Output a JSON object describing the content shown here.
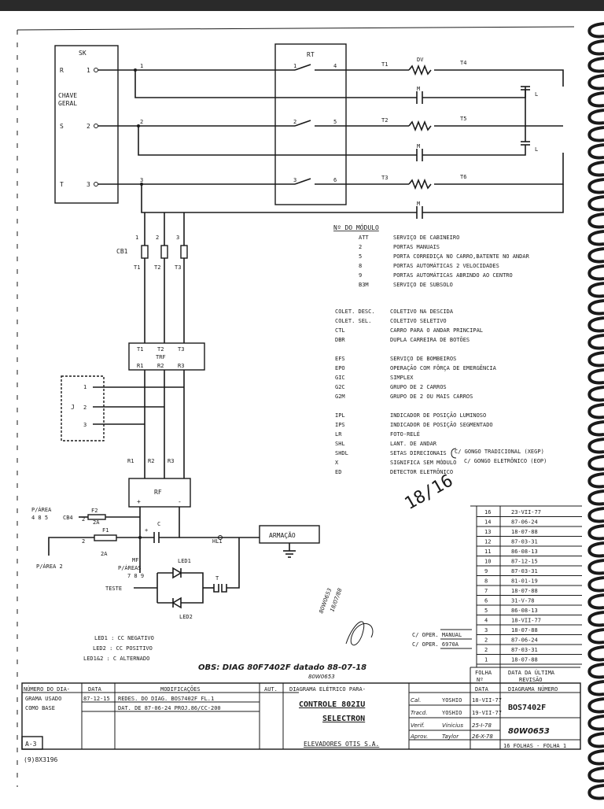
{
  "labels": {
    "sk": "SK",
    "chave_geral_1": "CHAVE",
    "chave_geral_2": "GERAL",
    "phase_r": "R",
    "phase_s": "S",
    "phase_t": "T",
    "rt": "RT",
    "dv": "DV",
    "t1": "T1",
    "t2": "T2",
    "t3": "T3",
    "t4": "T4",
    "t5": "T5",
    "t6": "T6",
    "m": "M",
    "l": "L",
    "cb1": "CB1",
    "trf": "TRF",
    "r1": "R1",
    "r2": "R2",
    "r3": "R3",
    "rf": "RF",
    "plus": "+",
    "minus": "-",
    "c": "C",
    "armacao": "ARMAÇÃO",
    "hl1": "HL1",
    "p_area_485": "P/ÁREA",
    "p_area_485b": "4 8 5",
    "cb4": "CB4",
    "f2": "F2",
    "f1": "F1",
    "fuse_2a": "2A",
    "p_area_2": "P/ÁREA 2",
    "mf": "MF",
    "p_areas": "P/ÁREAS",
    "p_areas_b": "7 8 9",
    "led1": "LED1",
    "led2": "LED2",
    "teste": "TESTE",
    "t_relay": "T",
    "j": "J",
    "n1": "1",
    "n2": "2",
    "n3": "3",
    "n4": "4",
    "n5": "5",
    "n6": "6"
  },
  "module_legend": {
    "header": "Nº DO MÓDULO",
    "items": [
      {
        "code": "ATT",
        "desc": "SERVIÇO DE CABINEIRO"
      },
      {
        "code": "2",
        "desc": "PORTAS MANUAIS"
      },
      {
        "code": "5",
        "desc": "PORTA CORREDIÇA NO CARRO,BATENTE NO ANDAR"
      },
      {
        "code": "8",
        "desc": "PORTAS AUTOMÁTICAS 2 VELOCIDADES"
      },
      {
        "code": "9",
        "desc": "PORTAS AUTOMÁTICAS ABRINDO AO CENTRO"
      },
      {
        "code": "B3M",
        "desc": "SERVIÇO DE SUBSOLO"
      }
    ]
  },
  "abbrev_legend": [
    {
      "code": "COLET. DESC.",
      "desc": "COLETIVO NA DESCIDA"
    },
    {
      "code": "COLET. SEL.",
      "desc": "COLETIVO SELETIVO"
    },
    {
      "code": "CTL",
      "desc": "CARRO PARA O ANDAR PRINCIPAL"
    },
    {
      "code": "DBR",
      "desc": "DUPLA CARREIRA DE BOTÕES"
    },
    {
      "code": "EFS",
      "desc": "SERVIÇO DE BOMBEIROS"
    },
    {
      "code": "EPO",
      "desc": "OPERAÇÃO COM FÔRÇA DE EMERGÊNCIA"
    },
    {
      "code": "GIC",
      "desc": "SIMPLEX"
    },
    {
      "code": "G2C",
      "desc": "GRUPO DE 2 CARROS"
    },
    {
      "code": "G2M",
      "desc": "GRUPO DE 2 OU MAIS CARROS"
    },
    {
      "code": "IPL",
      "desc": "INDICADOR DE POSIÇÃO LUMINOSO"
    },
    {
      "code": "IPS",
      "desc": "INDICADOR DE POSIÇÃO SEGMENTADO"
    },
    {
      "code": "LR",
      "desc": "FOTO-RELÉ"
    },
    {
      "code": "SHL",
      "desc": "LANT. DE ANDAR"
    },
    {
      "code": "SHDL",
      "desc": "SETAS DIRECIONAIS"
    },
    {
      "code": "X",
      "desc": "SIGNIFICA SEM MÓDULO"
    },
    {
      "code": "ED",
      "desc": "DETECTOR ELETRÔNICO"
    }
  ],
  "gongo": {
    "traditional": "C/ GONGO TRADICIONAL (XEGP)",
    "electronic": "C/ GONGO ELETRÔNICO (EOP)"
  },
  "led_legend": [
    "LED1 : CC  NEGATIVO",
    "LED2 : CC  POSITIVO",
    "LED1&2 : C  ALTERNADO"
  ],
  "obs_note": "OBS: DIAG 80F7402F datado  88-07-18",
  "obs_sub": "80W0653",
  "revisions": [
    {
      "sheet": "16",
      "date": "23-VII-77"
    },
    {
      "sheet": "14",
      "date": "87-06-24"
    },
    {
      "sheet": "13",
      "date": "18-07-88"
    },
    {
      "sheet": "12",
      "date": "87-03-31"
    },
    {
      "sheet": "11",
      "date": "86-08-13"
    },
    {
      "sheet": "10",
      "date": "87-12-15"
    },
    {
      "sheet": "9",
      "date": "87-03-31"
    },
    {
      "sheet": "8",
      "date": "81-01-19"
    },
    {
      "sheet": "7",
      "date": "18-07-88"
    },
    {
      "sheet": "6",
      "date": "31-V-78"
    },
    {
      "sheet": "5",
      "date": "86-08-13"
    },
    {
      "sheet": "4",
      "date": "18-VII-77"
    },
    {
      "sheet": "3",
      "date": "18-07-88"
    },
    {
      "sheet": "2",
      "date": "87-06-24"
    },
    {
      "sheet": "2",
      "date": "87-03-31"
    },
    {
      "sheet": "1",
      "date": "18-07-88"
    }
  ],
  "oper": {
    "manual": "C/ OPER. MANUAL",
    "otis": "C/ OPER. 6970A"
  },
  "title_block": {
    "h_numero": "NÚMERO DO DIA-",
    "h_numero2": "GRAMA USADO",
    "h_numero3": "COMO   BASE",
    "h_data": "DATA",
    "h_mods": "MODIFICAÇÕES",
    "h_aut": "AUT.",
    "row1_date": "87-12-15",
    "row1_mod": "REDES. DO DIAG. BOS7402F FL.1",
    "row2_mod": "DAT. DE 87-06-24  PROJ.86/CC-200",
    "diag_title": "DIAGRAMA ELÉTRICO PARA-",
    "controle": "CONTROLE 802IU",
    "selectron": "SELECTRON",
    "company": "ELEVADORES  OTIS S.A.",
    "folha": "FOLHA",
    "nr": "Nº",
    "data_ultima": "DATA DA ÚLTIMA",
    "revisao": "REVISÃO",
    "data": "DATA",
    "diag_num_h": "DIAGRAMA NÚMERO",
    "diag_number": "BOS7402F",
    "sign1_role": "Cal.",
    "sign1_name": "YOSHIO",
    "sign1_date": "18-VII-77",
    "sign2_role": "Tracd.",
    "sign2_name": "YOSHIO",
    "sign2_date": "19-VII-77",
    "sign3_role": "Verif.",
    "sign3_name": "Vinicius",
    "sign3_date": "25-I-78",
    "sign4_role": "Aprov.",
    "sign4_name": "Taylor",
    "sign4_date": "26-X-78",
    "hand_number": "80W0653",
    "folhas": "16 FOLHAS - FOLHA  1",
    "corner": "A-3",
    "code": "(9)8X3196",
    "stamp": "18/16"
  },
  "annotation_80w": "80W0653",
  "annotation_date": "18/07/88"
}
